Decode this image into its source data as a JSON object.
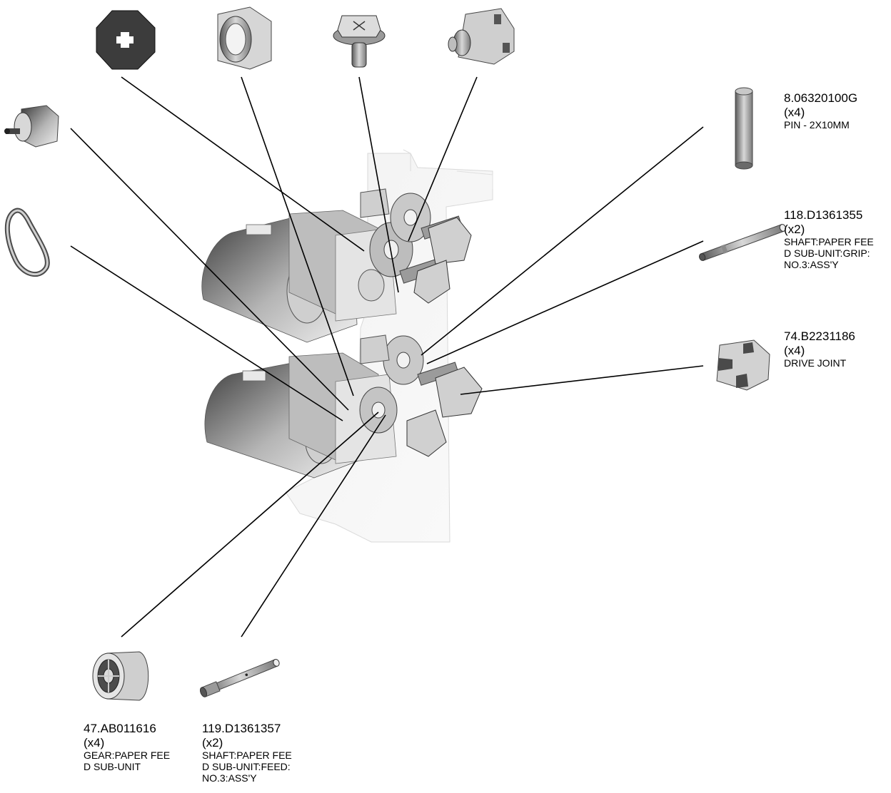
{
  "parts": [
    {
      "id": "pin",
      "part_number": "8.06320100G",
      "quantity": "(x4)",
      "description": "PIN - 2X10MM",
      "icon": "pin-icon"
    },
    {
      "id": "shaft-grip",
      "part_number": "118.D1361355",
      "quantity": "(x2)",
      "description": "SHAFT:PAPER FEE\nD SUB-UNIT:GRIP:\nNO.3:ASS'Y",
      "icon": "shaft-icon"
    },
    {
      "id": "drive-joint",
      "part_number": "74.B2231186",
      "quantity": "(x4)",
      "description": "DRIVE JOINT",
      "icon": "drive-joint-icon"
    },
    {
      "id": "gear",
      "part_number": "47.AB011616",
      "quantity": "(x4)",
      "description": "GEAR:PAPER FEE\nD SUB-UNIT",
      "icon": "gear-icon"
    },
    {
      "id": "shaft-feed",
      "part_number": "119.D1361357",
      "quantity": "(x2)",
      "description": "SHAFT:PAPER FEE\nD SUB-UNIT:FEED:\nNO.3:ASS'Y",
      "icon": "shaft-icon"
    }
  ],
  "unlabeled_parts": [
    {
      "icon": "octagon-washer-icon"
    },
    {
      "icon": "bushing-icon"
    },
    {
      "icon": "screw-icon"
    },
    {
      "icon": "clutch-icon"
    },
    {
      "icon": "motor-icon"
    },
    {
      "icon": "belt-icon"
    }
  ],
  "colors": {
    "line": "#000000",
    "part_dark": "#3a3a3a",
    "part_mid": "#9a9a9a",
    "part_light": "#e6e6e6"
  }
}
